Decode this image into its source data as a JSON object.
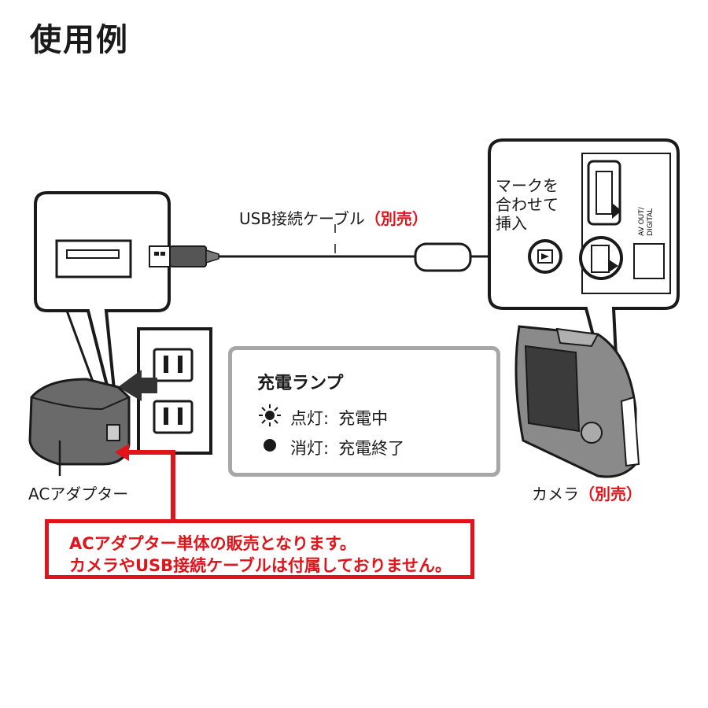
{
  "title": "使用例",
  "cable_label": "USB接続ケーブル",
  "cable_label_sold": "（別売）",
  "insert_note": [
    "マークを",
    "合わせて",
    "挿入"
  ],
  "port_labels": [
    "AV OUT/",
    "DIGITAL"
  ],
  "adapter_label": "ACアダプター",
  "camera_label": "カメラ",
  "camera_label_sold": "（別売）",
  "lamp": {
    "title": "充電ランプ",
    "on_state": "点灯:",
    "on_meaning": "充電中",
    "off_state": "消灯:",
    "off_meaning": "充電終了"
  },
  "notice": {
    "line1": "ACアダプター単体の販売となります。",
    "line2": "カメラやUSB接続ケーブルは付属しておりません。"
  },
  "colors": {
    "accent_red": "#e0141a",
    "frame_gray": "#a7a7a7",
    "line": "#1a1a1a"
  },
  "icons": [
    "lamp-lit-icon",
    "lamp-off-icon",
    "usb-plug-icon",
    "usb-port-icon",
    "ac-adapter-icon",
    "wall-outlet-icon",
    "camera-icon",
    "hdmi-port-icon"
  ]
}
